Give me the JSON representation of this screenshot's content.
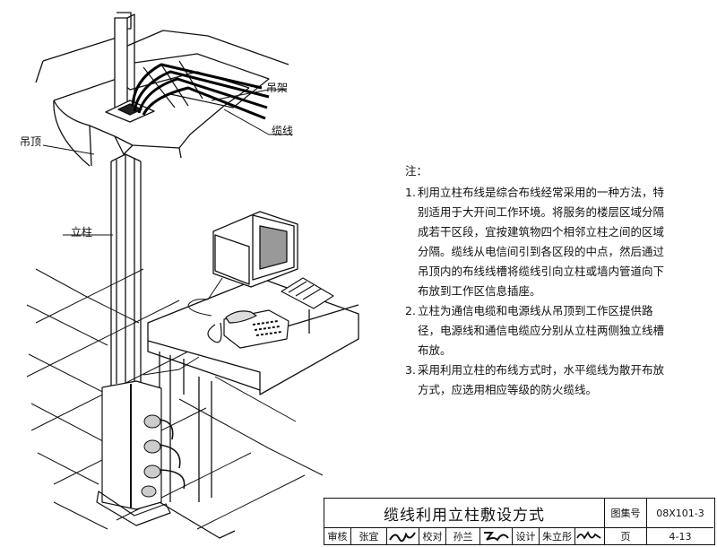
{
  "labels": {
    "hanger": "吊架",
    "cable": "缆线",
    "ceiling": "吊顶",
    "pole": "立柱"
  },
  "notes": {
    "heading": "注：",
    "items": [
      {
        "num": "1.",
        "text": "利用立柱布线是综合布线经常采用的一种方法，特别适用于大开间工作环境。将服务的楼层区域分隔成若干区段，宜按建筑物四个相邻立柱之间的区域分隔。缆线从电信间引到各区段的中点，然后通过吊顶内的布线线槽将缆线引向立柱或墙内管道向下布放到工作区信息插座。"
      },
      {
        "num": "2.",
        "text": "立柱为通信电缆和电源线从吊顶到工作区提供路径，电源线和通信电缆应分别从立柱两侧独立线槽布放。"
      },
      {
        "num": "3.",
        "text": "采用利用立柱的布线方式时，水平缆线为散开布放方式，应选用相应等级的防火缆线。"
      }
    ]
  },
  "title_block": {
    "title": "缆线利用立柱敷设方式",
    "atlas_label": "图集号",
    "atlas_no": "08X101-3",
    "page_label": "页",
    "page_no": "4-13",
    "review_label": "审核",
    "review_name": "张宜",
    "check_label": "校对",
    "check_name": "孙兰",
    "design_label": "设计",
    "design_name": "朱立彤"
  }
}
